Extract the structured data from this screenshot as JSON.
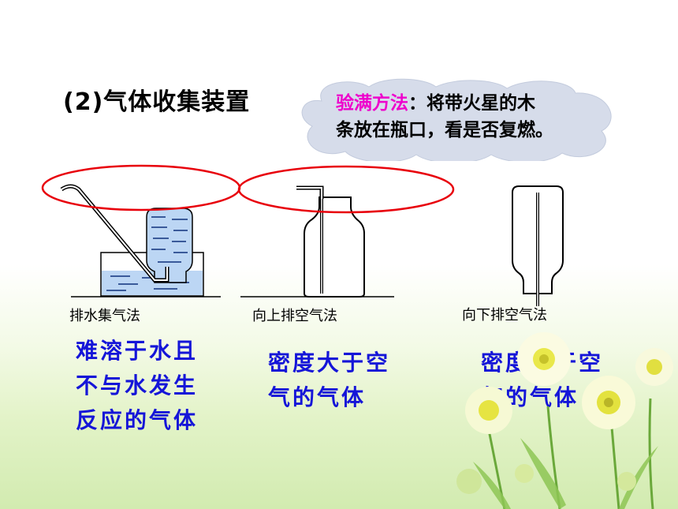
{
  "title": "(2)气体收集装置",
  "note": {
    "highlight": "验满方法",
    "text_line1": "：将带火星的木",
    "text_line2": "条放在瓶口，看是否复燃。"
  },
  "methods": [
    {
      "label": "排水集气法",
      "desc_lines": [
        "难溶于水且",
        "不与水发生",
        "反应的气体"
      ]
    },
    {
      "label": "向上排空气法",
      "desc_lines": [
        "密度大于空",
        "气的气体"
      ]
    },
    {
      "label": "向下排空气法",
      "desc_lines": [
        "密度小于空",
        "气的气体"
      ]
    }
  ],
  "colors": {
    "highlight": "#ee00cc",
    "desc": "#1515d8",
    "ellipse": "#e8000b",
    "cloud": "#d6dcea"
  }
}
